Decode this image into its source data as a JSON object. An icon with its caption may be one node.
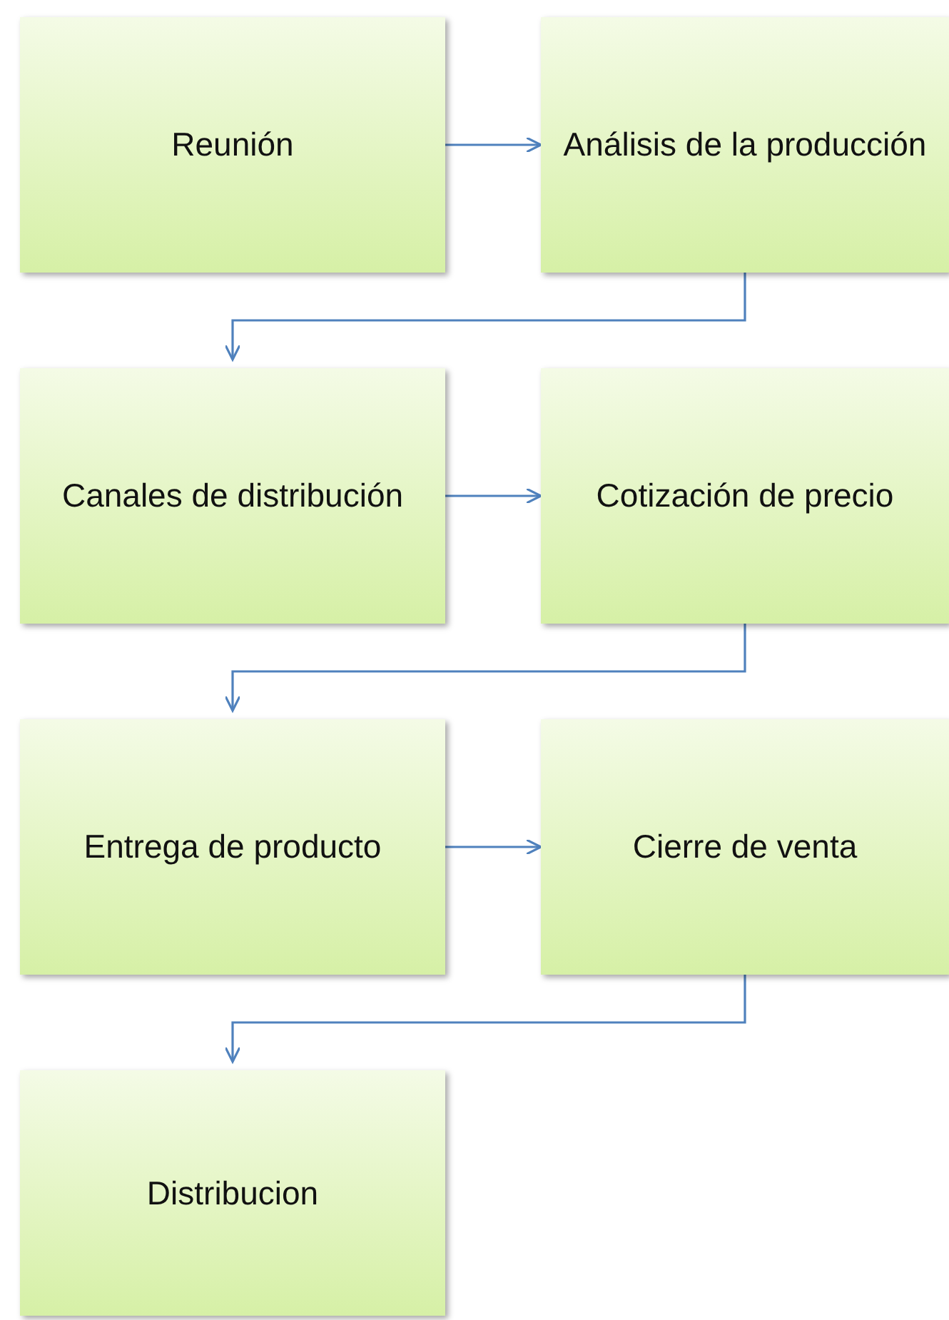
{
  "diagram": {
    "nodes": [
      {
        "text": [
          "Reunión"
        ]
      },
      {
        "text": [
          "Análisis de la producción"
        ]
      },
      {
        "text": [
          "Canales de distribución"
        ]
      },
      {
        "text": [
          "Cotización de precio"
        ]
      },
      {
        "text": [
          "Entrega de producto"
        ]
      },
      {
        "text": [
          "Cierre de venta"
        ]
      },
      {
        "text": [
          "Distribucion"
        ]
      }
    ],
    "edges": [
      {
        "from": 0,
        "to": 1,
        "arrow": "to"
      },
      {
        "from": 1,
        "to": 2,
        "arrow": "to"
      },
      {
        "from": 2,
        "to": 3,
        "arrow": "to"
      },
      {
        "from": 3,
        "to": 4,
        "arrow": "to"
      },
      {
        "from": 4,
        "to": 5,
        "arrow": "to"
      },
      {
        "from": 5,
        "to": 6,
        "arrow": "to"
      }
    ]
  }
}
